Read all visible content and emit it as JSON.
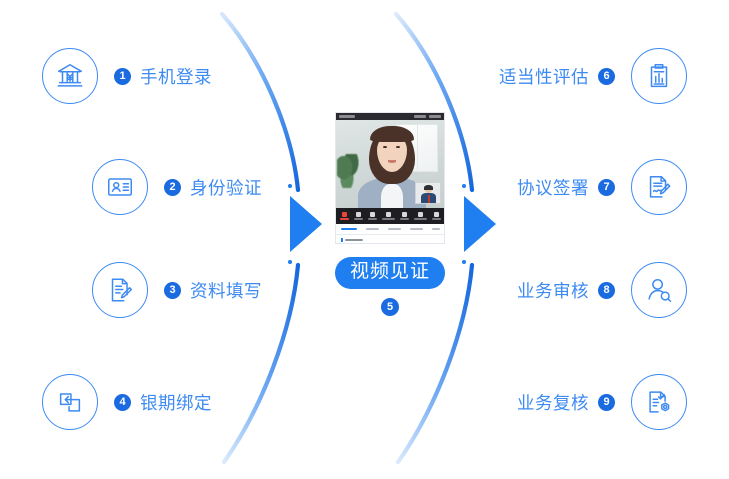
{
  "theme": {
    "accent": "#1f7ef0",
    "accent_dark": "#1a6ae0",
    "label_blue": "#3d8bf2",
    "icon_stroke": "#3d8bf2",
    "background": "#ffffff"
  },
  "center": {
    "pill_label": "视频见证",
    "pill_step_number": "5",
    "icon": "video-witness-phone"
  },
  "arrows": [
    {
      "name": "flow-arrow-left",
      "direction": "right"
    },
    {
      "name": "flow-arrow-right",
      "direction": "right"
    }
  ],
  "steps_left": [
    {
      "number": "1",
      "label": "手机登录",
      "icon": "bank-yuan-icon"
    },
    {
      "number": "2",
      "label": "身份验证",
      "icon": "id-card-icon"
    },
    {
      "number": "3",
      "label": "资料填写",
      "icon": "document-pen-icon"
    },
    {
      "number": "4",
      "label": "银期绑定",
      "icon": "link-squares-icon"
    }
  ],
  "steps_right": [
    {
      "number": "6",
      "label": "适当性评估",
      "icon": "clipboard-chart-icon"
    },
    {
      "number": "7",
      "label": "协议签署",
      "icon": "signature-document-icon"
    },
    {
      "number": "8",
      "label": "业务审核",
      "icon": "user-search-icon"
    },
    {
      "number": "9",
      "label": "业务复核",
      "icon": "document-verified-icon"
    }
  ]
}
